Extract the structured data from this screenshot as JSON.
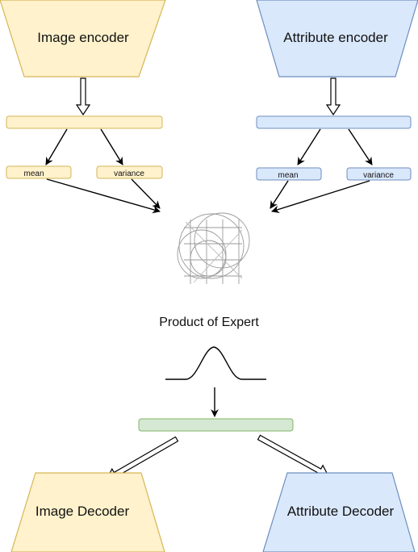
{
  "encoders": {
    "image": {
      "label": "Image encoder",
      "fill": "#fff2cc",
      "stroke": "#d6b656"
    },
    "attribute": {
      "label": "Attribute encoder",
      "fill": "#dae8fc",
      "stroke": "#6c8ebf"
    }
  },
  "image_branch": {
    "mean_label": "mean",
    "variance_label": "variance"
  },
  "attribute_branch": {
    "mean_label": "mean",
    "variance_label": "variance"
  },
  "poe": {
    "label": "Product of Expert"
  },
  "latent": {
    "fill": "#d5e8d4",
    "stroke": "#82b366"
  },
  "decoders": {
    "image": {
      "label": "Image Decoder"
    },
    "attribute": {
      "label": "Attribute Decoder"
    }
  }
}
